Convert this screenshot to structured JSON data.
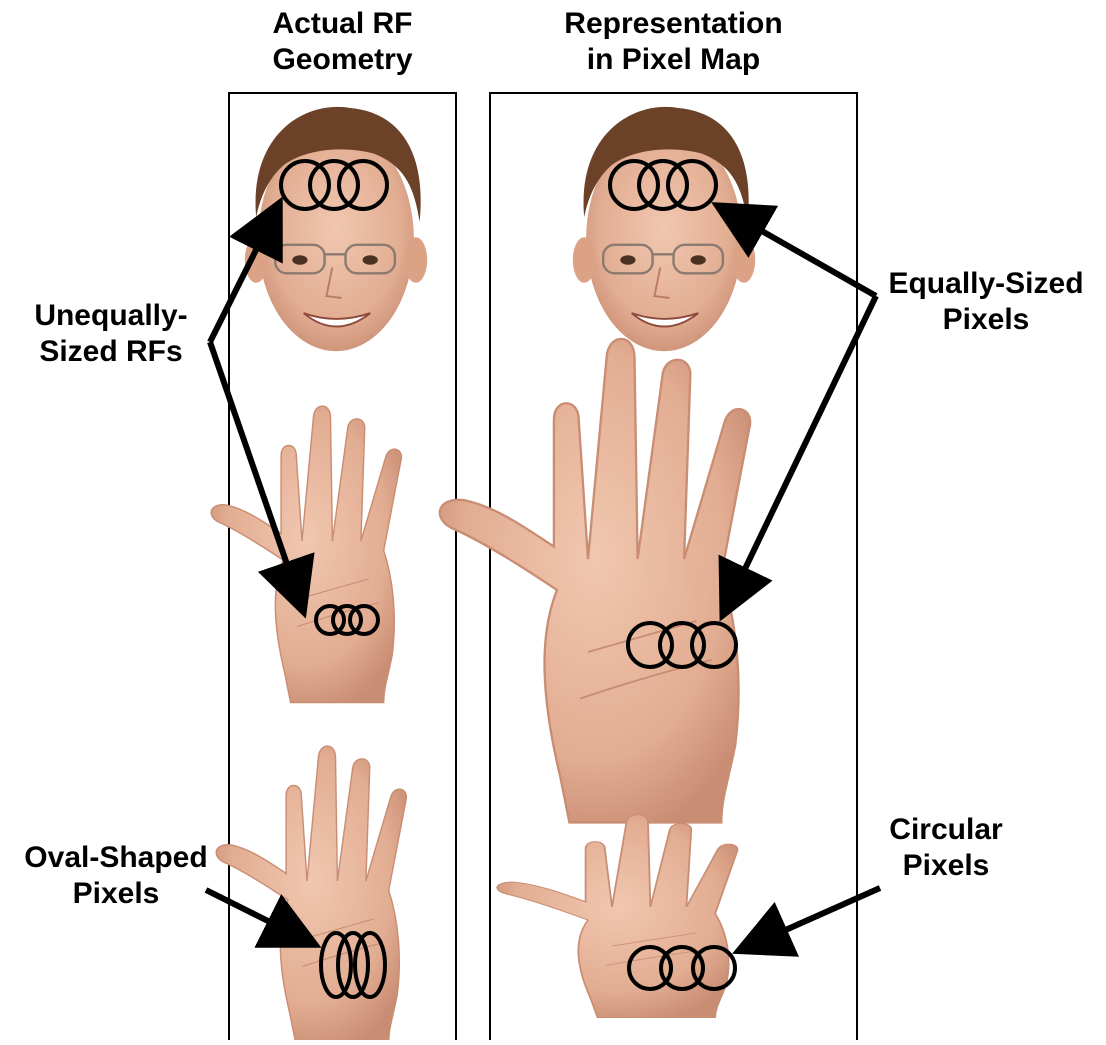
{
  "columns": {
    "left": {
      "title_line1": "Actual RF",
      "title_line2": "Geometry"
    },
    "right": {
      "title_line1": "Representation",
      "title_line2": "in Pixel Map"
    }
  },
  "annotations": {
    "unequal": {
      "line1": "Unequally-",
      "line2": "Sized RFs"
    },
    "equal": {
      "line1": "Equally-Sized",
      "line2": "Pixels"
    },
    "oval": {
      "line1": "Oval-Shaped",
      "line2": "Pixels"
    },
    "circular": {
      "line1": "Circular",
      "line2": "Pixels"
    }
  },
  "colors": {
    "skin": "#e7b79d",
    "skin_shadow": "#c98d74",
    "hair": "#6b4127",
    "outline": "#000000"
  }
}
